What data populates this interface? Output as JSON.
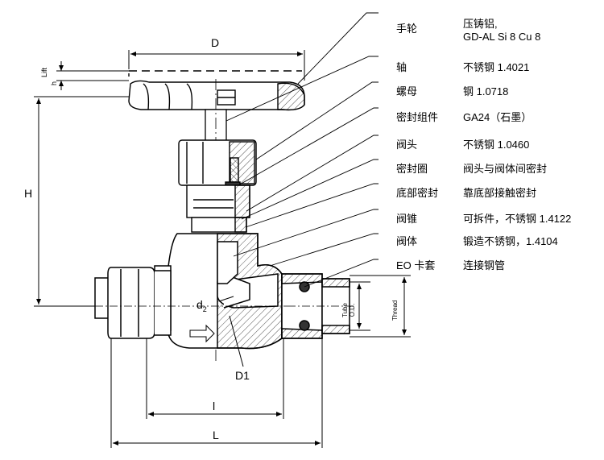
{
  "legend": [
    {
      "name": "手轮",
      "desc": [
        "压铸铝,",
        "GD-AL Si 8 Cu 8"
      ]
    },
    {
      "name": "轴",
      "desc": [
        "不锈钢 1.4021"
      ]
    },
    {
      "name": "螺母",
      "desc": [
        "钢 1.0718"
      ]
    },
    {
      "name": "密封组件",
      "desc": [
        "GA24（石墨）"
      ]
    },
    {
      "name": "阀头",
      "desc": [
        "不锈钢 1.0460"
      ]
    },
    {
      "name": "密封圈",
      "desc": [
        "阀头与阀体间密封"
      ]
    },
    {
      "name": "底部密封",
      "desc": [
        "靠底部接触密封"
      ]
    },
    {
      "name": "阀锥",
      "desc": [
        "可拆件，不锈钢 1.4122"
      ]
    },
    {
      "name": "阀体",
      "desc": [
        "锻造不锈钢，1.4104"
      ]
    },
    {
      "name": "EO 卡套",
      "desc": [
        "连接钢管"
      ]
    }
  ],
  "dimensions": {
    "D": "D",
    "H": "H",
    "lift": "Lift",
    "h": "h",
    "d2": "d",
    "d2_sub": "2",
    "D1": "D1",
    "l": "l",
    "L": "L",
    "tube": "Tube",
    "od": "O.D.",
    "thread": "Thread"
  }
}
